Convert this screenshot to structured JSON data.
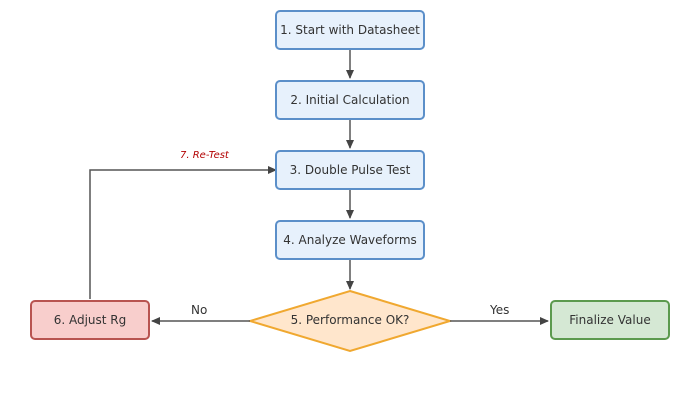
{
  "steps": [
    {
      "label": "1. Start with Datasheet"
    },
    {
      "label": "2. Initial Calculation"
    },
    {
      "label": "3. Double Pulse Test"
    },
    {
      "label": "4. Analyze Waveforms"
    }
  ],
  "decision": {
    "label": "5. Performance OK?"
  },
  "adjust": {
    "label": "6. Adjust Rg"
  },
  "finalize": {
    "label": "Finalize Value"
  },
  "edges": {
    "no": "No",
    "yes": "Yes",
    "retest": "7. Re-Test"
  },
  "colors": {
    "process_fill": "#e7f1fc",
    "process_border": "#5b8fc9",
    "decision_fill": "#ffe6cc",
    "decision_border": "#f0a830",
    "adjust_fill": "#f8cecc",
    "adjust_border": "#b85450",
    "final_fill": "#d5e8d4",
    "final_border": "#5c9a4e",
    "retest_text": "#b20000"
  }
}
